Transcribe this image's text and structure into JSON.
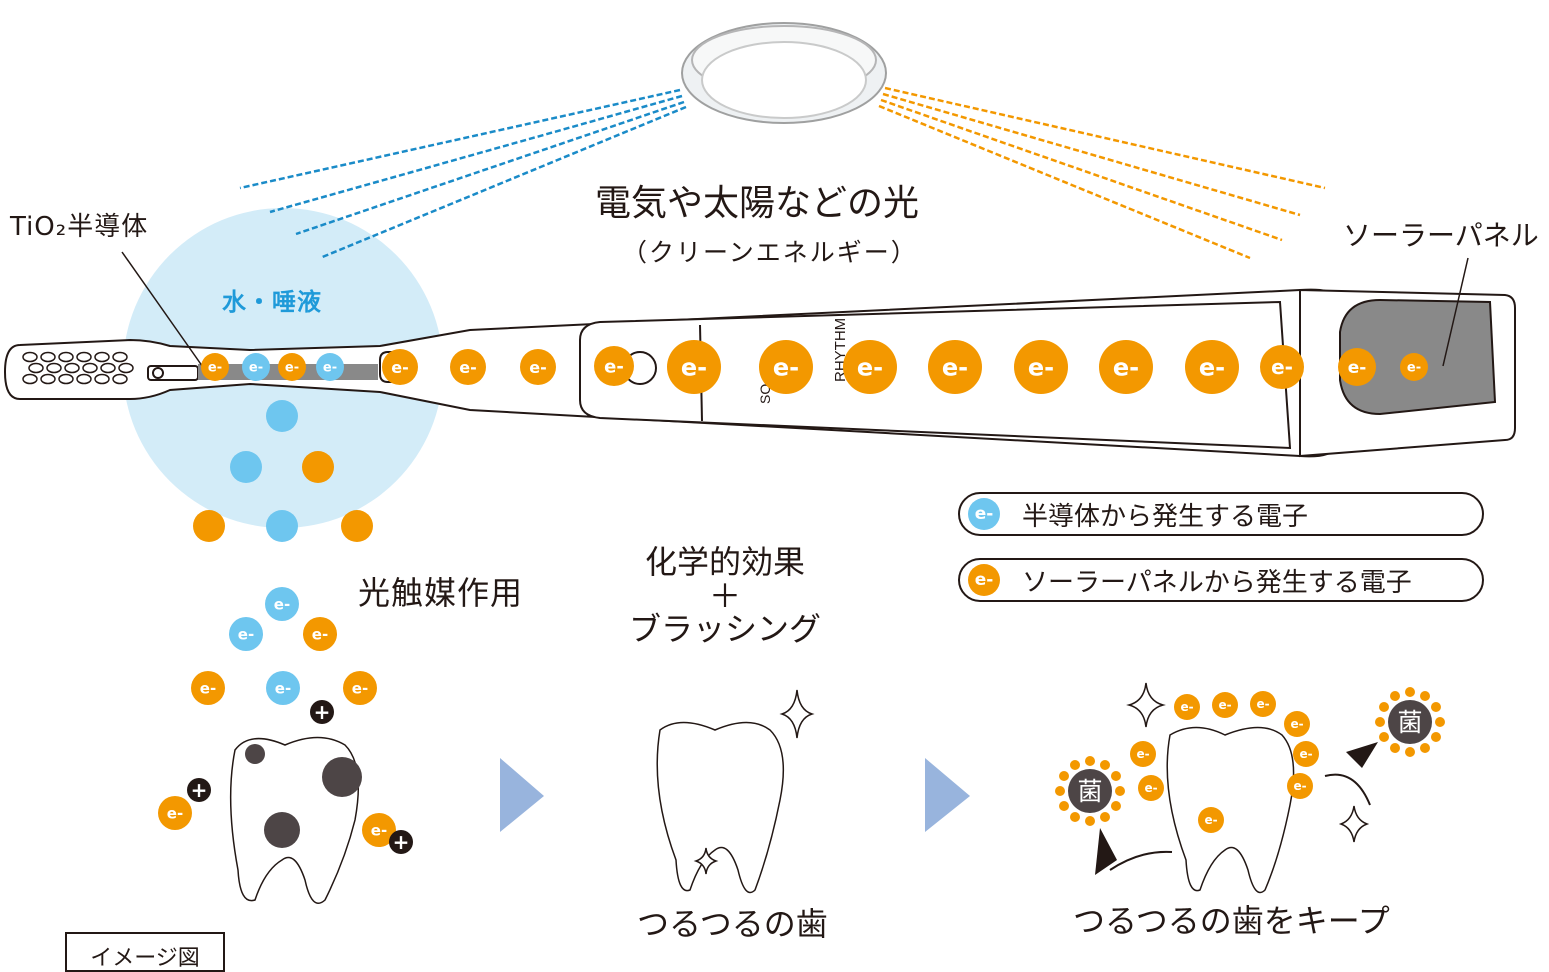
{
  "labels": {
    "headline": "電気や太陽などの光",
    "subline": "（クリーンエネルギー）",
    "tio2": "TiO₂半導体",
    "solar_panel": "ソーラーパネル",
    "water_saliva": "水・唾液",
    "photocatalysis": "光触媒作用",
    "chemical_effect": "化学的効果\n＋\nブラッシング",
    "smooth_teeth": "つるつるの歯",
    "keep_smooth": "つるつるの歯をキープ",
    "image_note": "イメージ図"
  },
  "legend": [
    {
      "text": "半導体から発生する電子",
      "symbol": "e-",
      "color": "#6ec6ef"
    },
    {
      "text": "ソーラーパネルから発生する電子",
      "symbol": "e-",
      "color": "#f39800"
    }
  ],
  "symbols": {
    "electron": "e-",
    "hole": "+",
    "bacteria": "菌"
  },
  "brush_markings": {
    "rhythm": "RHYTHM",
    "small": "SO"
  },
  "colors": {
    "semiconductor_electron": "#6ec6ef",
    "solar_electron": "#f39800",
    "water_area": "#d3ecf8",
    "arrow": "#98b4dd",
    "light_blue_dashes": "#1a8bc8",
    "light_orange_dashes": "#f39800",
    "outline": "#231815",
    "stain": "#4d4546",
    "panel_gray": "#898989"
  },
  "icons": [
    "ceiling-lamp-icon",
    "sparkle-icon",
    "arrow-right-icon",
    "curved-arrow-icon"
  ]
}
